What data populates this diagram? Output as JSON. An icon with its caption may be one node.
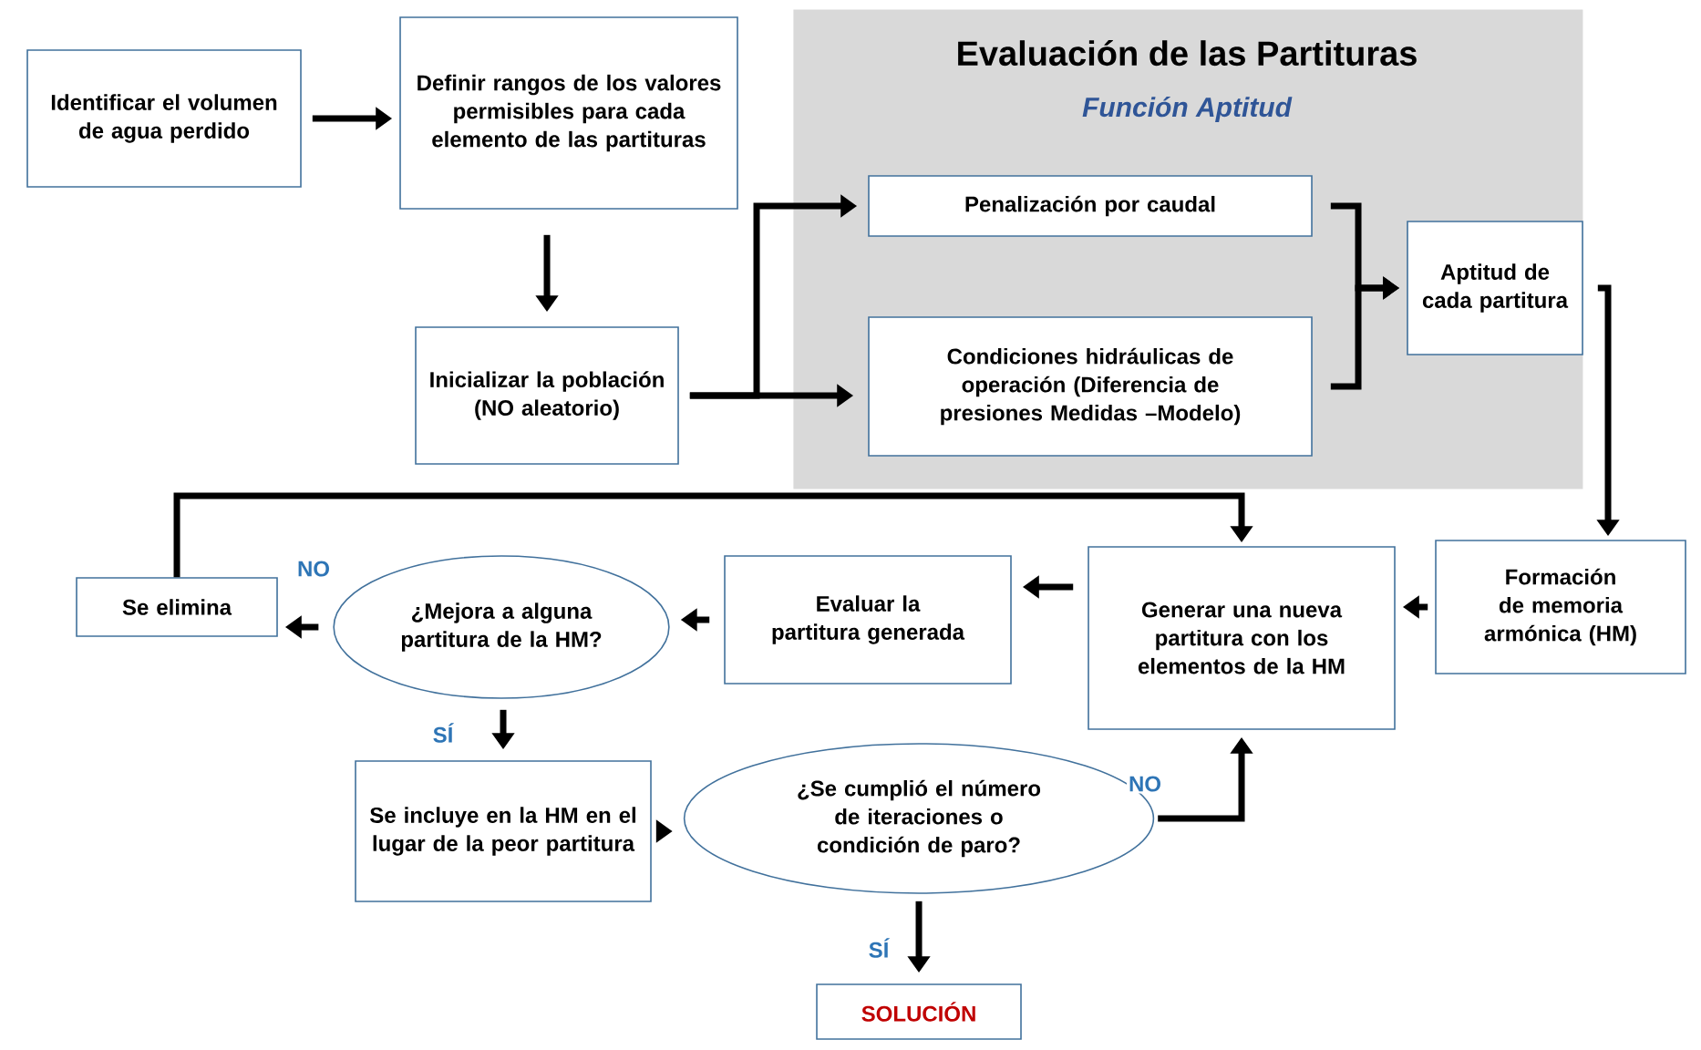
{
  "diagram": {
    "nodes": [
      {
        "text": [
          "Identificar el volumen de agua perdido"
        ]
      },
      {
        "text": [
          "Definir rangos de los valores permisibles para cada elemento de las partituras"
        ]
      },
      {
        "text": [
          "Evaluación de las Partituras",
          "Función Aptitud"
        ]
      },
      {
        "text": [
          "Inicializar la población (NO aleatorio)"
        ]
      },
      {
        "text": [
          "Penalización por caudal"
        ],
        "in": 2
      },
      {
        "text": [
          "Condiciones hidráulicas de operación (Diferencia de presiones Medidas –Modelo)"
        ],
        "in": 2
      },
      {
        "text": [
          "Aptitud de cada partitura"
        ],
        "in": 2
      },
      {
        "text": [
          "Formación de memoria armónica (HM)"
        ]
      },
      {
        "text": [
          "Generar una nueva partitura con los elementos de la HM"
        ]
      },
      {
        "text": [
          "Evaluar la partitura generada"
        ]
      },
      {
        "text": [
          "¿Mejora a alguna partitura de la HM?"
        ]
      },
      {
        "text": [
          "Se elimina"
        ]
      },
      {
        "text": [
          "Se incluye en la HM en el lugar de la peor partitura"
        ]
      },
      {
        "text": [
          "¿Se cumplió el número de iteraciones o condición de paro?"
        ]
      },
      {
        "text": [
          "SOLUCIÓN"
        ]
      }
    ],
    "edges": [
      {
        "from": 0,
        "to": 1,
        "arrow": "to"
      },
      {
        "from": 1,
        "to": 3,
        "arrow": "to"
      },
      {
        "from": 3,
        "to": 4,
        "arrow": "to"
      },
      {
        "from": 3,
        "to": 5,
        "arrow": "to"
      },
      {
        "from": 4,
        "to": 6,
        "arrow": "to"
      },
      {
        "from": 5,
        "to": 6,
        "arrow": "to"
      },
      {
        "from": 6,
        "to": 7,
        "arrow": "to"
      },
      {
        "from": 7,
        "to": 8,
        "arrow": "to"
      },
      {
        "from": 8,
        "to": 9,
        "arrow": "to"
      },
      {
        "from": 9,
        "to": 10,
        "arrow": "to"
      },
      {
        "from": 10,
        "to": 11,
        "arrow": "to",
        "label": "NO"
      },
      {
        "from": 11,
        "to": 8,
        "arrow": "to"
      },
      {
        "from": 10,
        "to": 12,
        "arrow": "to",
        "label": "SÍ"
      },
      {
        "from": 12,
        "to": 13,
        "arrow": "to"
      },
      {
        "from": 13,
        "to": 8,
        "arrow": "to",
        "label": "NO"
      },
      {
        "from": 13,
        "to": 14,
        "arrow": "to",
        "label": "SÍ"
      }
    ]
  }
}
